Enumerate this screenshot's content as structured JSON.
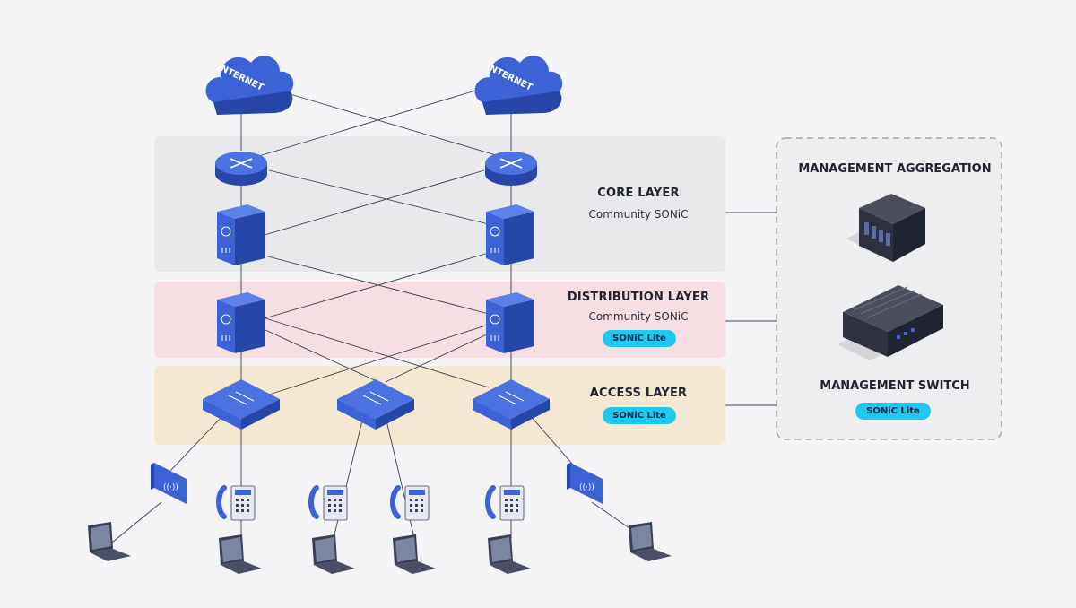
{
  "internet": {
    "label": "INTERNET"
  },
  "layers": {
    "core": {
      "title": "CORE LAYER",
      "subtitle": "Community SONiC"
    },
    "distribution": {
      "title": "DISTRIBUTION LAYER",
      "subtitle": "Community SONiC",
      "badge": "SONiC Lite"
    },
    "access": {
      "title": "ACCESS LAYER",
      "badge": "SONiC Lite"
    }
  },
  "management": {
    "aggregation_title": "MANAGEMENT AGGREGATION",
    "switch_title": "MANAGEMENT SWITCH",
    "switch_badge": "SONiC Lite"
  },
  "colors": {
    "core_band": "#e9e9ec",
    "distribution_band": "#f6dfe3",
    "access_band": "#f5e8d3",
    "device_blue": "#3b63d6",
    "device_blue_dark": "#2747a8",
    "badge": "#1fc8ef",
    "link_line": "#3b3f55"
  }
}
